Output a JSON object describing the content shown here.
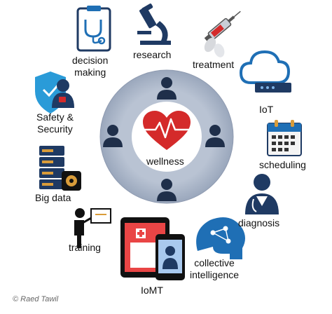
{
  "center": {
    "label": "wellness"
  },
  "items": {
    "decision_making": "decision\nmaking",
    "research": "research",
    "treatment": "treatment",
    "iot": "IoT",
    "scheduling": "scheduling",
    "diagnosis": "diagnosis",
    "collective_intelligence": "collective\nintelligence",
    "iomt": "IoMT",
    "training": "training",
    "big_data": "Big data",
    "safety_security": "Safety &\nSecurity"
  },
  "credit": "© Raed Tawil",
  "colors": {
    "ring": "#a7b3c6",
    "ring_stroke": "#8e9ab0",
    "navy": "#1f3a63",
    "red": "#d42a2a",
    "blue": "#1f6fb5",
    "orange": "#d99c3a"
  }
}
